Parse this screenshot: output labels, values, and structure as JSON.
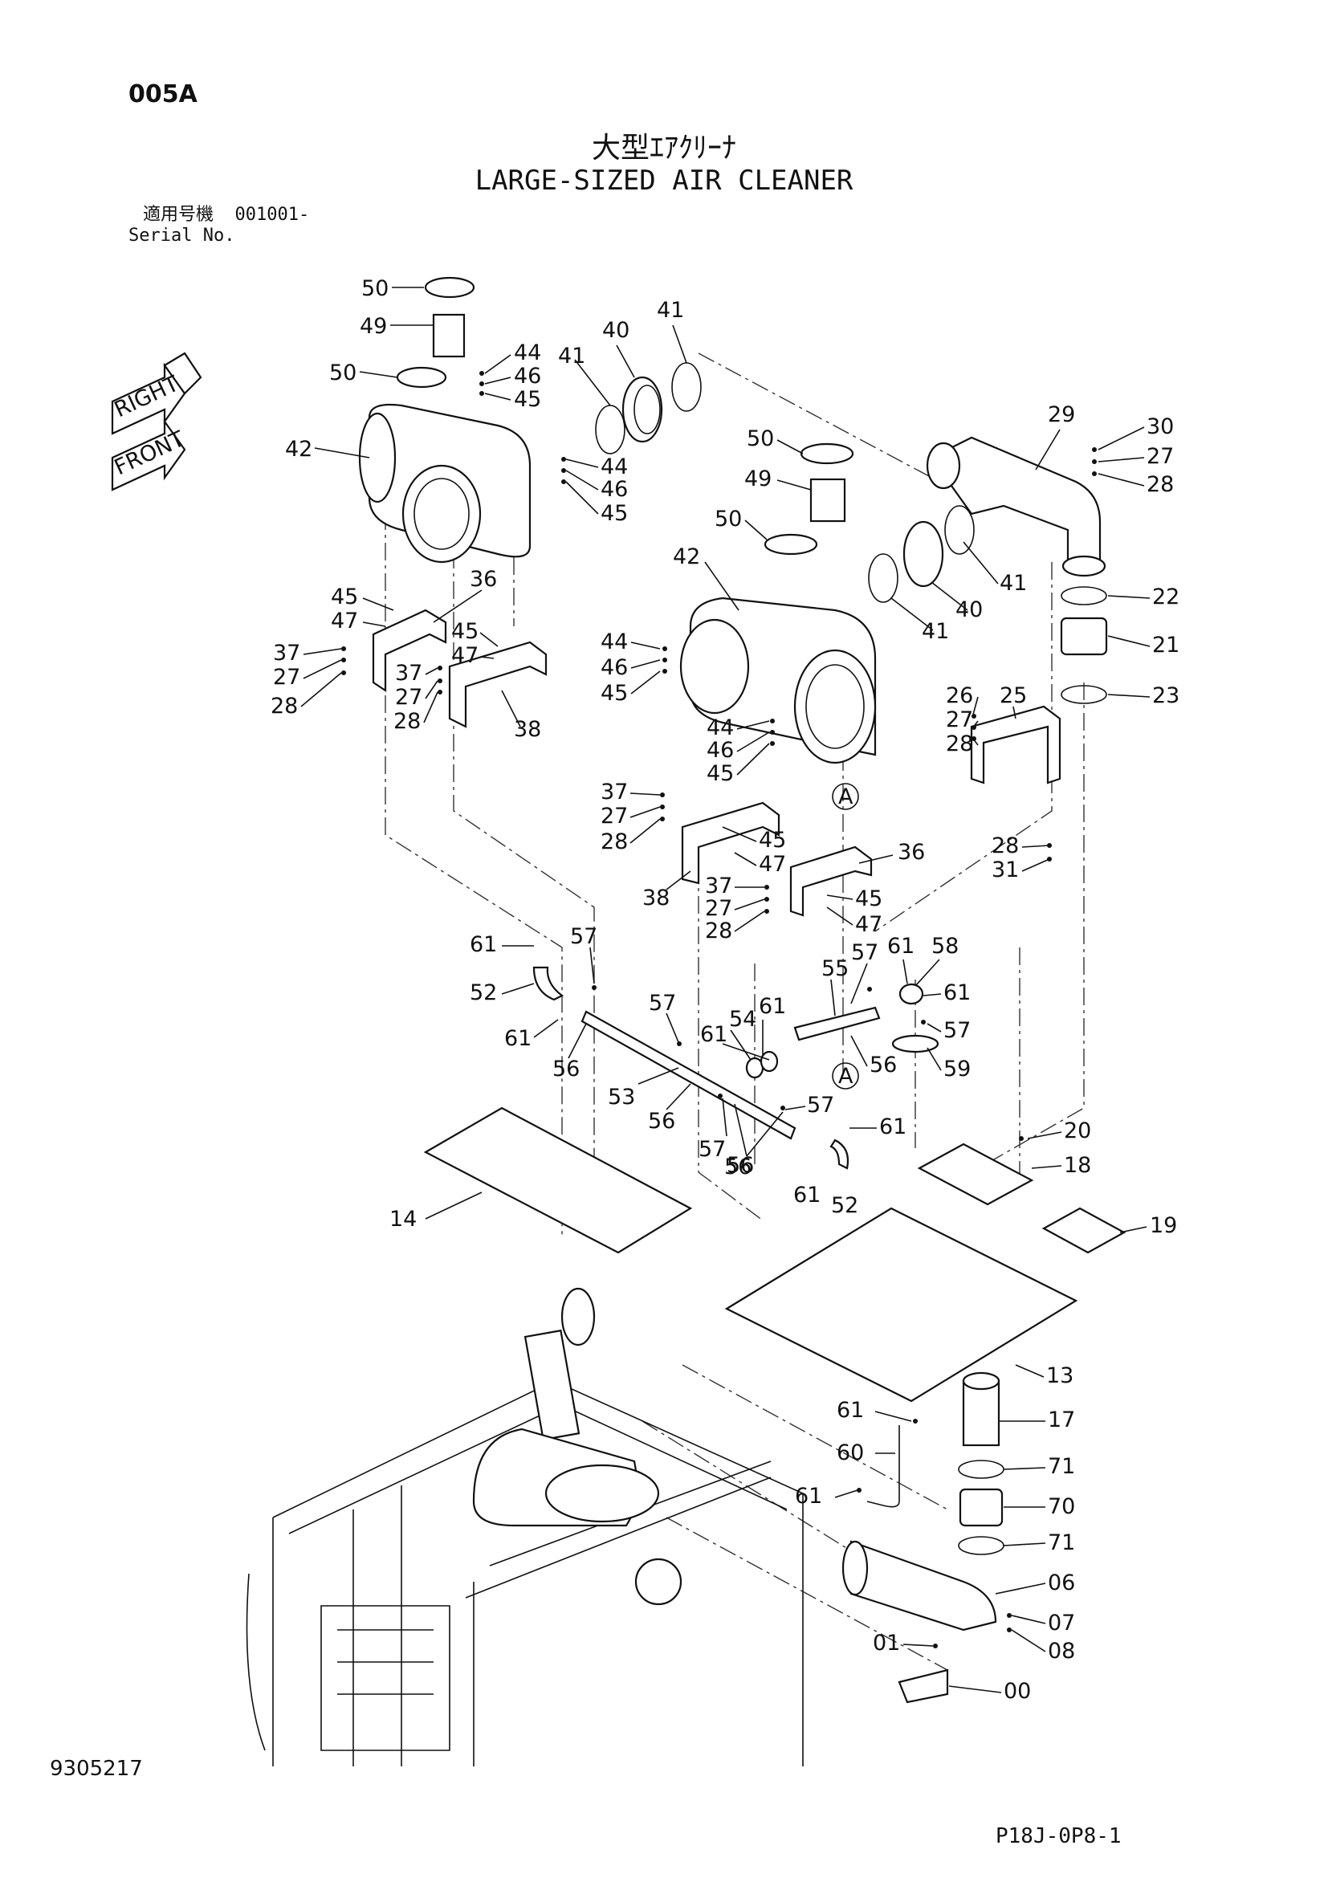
{
  "header": {
    "page_id": "005A",
    "title_jp": "大型ｴｱｸﾘｰﾅ",
    "title_en": "LARGE-SIZED AIR CLEANER",
    "serial_label_jp": "適用号機",
    "serial_value": "001001-",
    "serial_label_en": "Serial No."
  },
  "footer": {
    "doc_number": "9305217",
    "drawing_number": "P18J-0P8-1"
  },
  "orientation": {
    "right": "RIGHT",
    "front": "FRONT"
  },
  "callouts": [
    "50",
    "49",
    "50",
    "42",
    "44",
    "46",
    "45",
    "41",
    "40",
    "41",
    "44",
    "46",
    "45",
    "45",
    "47",
    "36",
    "45",
    "47",
    "37",
    "27",
    "28",
    "37",
    "27",
    "28",
    "38",
    "50",
    "49",
    "50",
    "42",
    "29",
    "30",
    "27",
    "28",
    "41",
    "40",
    "41",
    "22",
    "21",
    "23",
    "44",
    "46",
    "45",
    "44",
    "46",
    "45",
    "A",
    "26",
    "27",
    "28",
    "25",
    "28",
    "31",
    "37",
    "27",
    "28",
    "38",
    "45",
    "47",
    "37",
    "27",
    "28",
    "36",
    "45",
    "47",
    "61",
    "57",
    "52",
    "61",
    "56",
    "53",
    "57",
    "56",
    "57",
    "61",
    "54",
    "61",
    "56",
    "55",
    "57",
    "61",
    "58",
    "61",
    "57",
    "59",
    "56",
    "A",
    "57",
    "61",
    "56",
    "61",
    "52",
    "14",
    "20",
    "18",
    "19",
    "13",
    "61",
    "60",
    "61",
    "17",
    "71",
    "70",
    "71",
    "06",
    "07",
    "08",
    "01",
    "00"
  ]
}
